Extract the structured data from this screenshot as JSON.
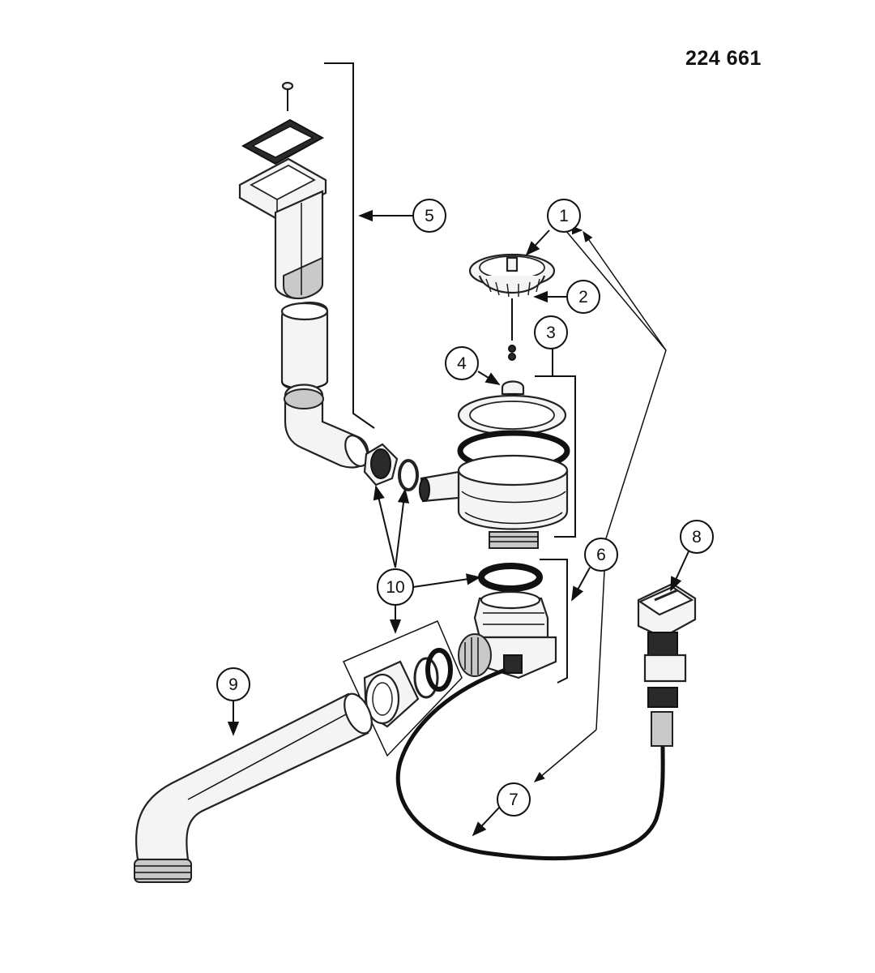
{
  "document": {
    "part_number": "224 661"
  },
  "callouts": [
    {
      "id": "callout-1",
      "label": "1"
    },
    {
      "id": "callout-2",
      "label": "2"
    },
    {
      "id": "callout-3",
      "label": "3"
    },
    {
      "id": "callout-4",
      "label": "4"
    },
    {
      "id": "callout-5",
      "label": "5"
    },
    {
      "id": "callout-6",
      "label": "6"
    },
    {
      "id": "callout-7",
      "label": "7"
    },
    {
      "id": "callout-8",
      "label": "8"
    },
    {
      "id": "callout-9",
      "label": "9"
    },
    {
      "id": "callout-10",
      "label": "10"
    }
  ]
}
